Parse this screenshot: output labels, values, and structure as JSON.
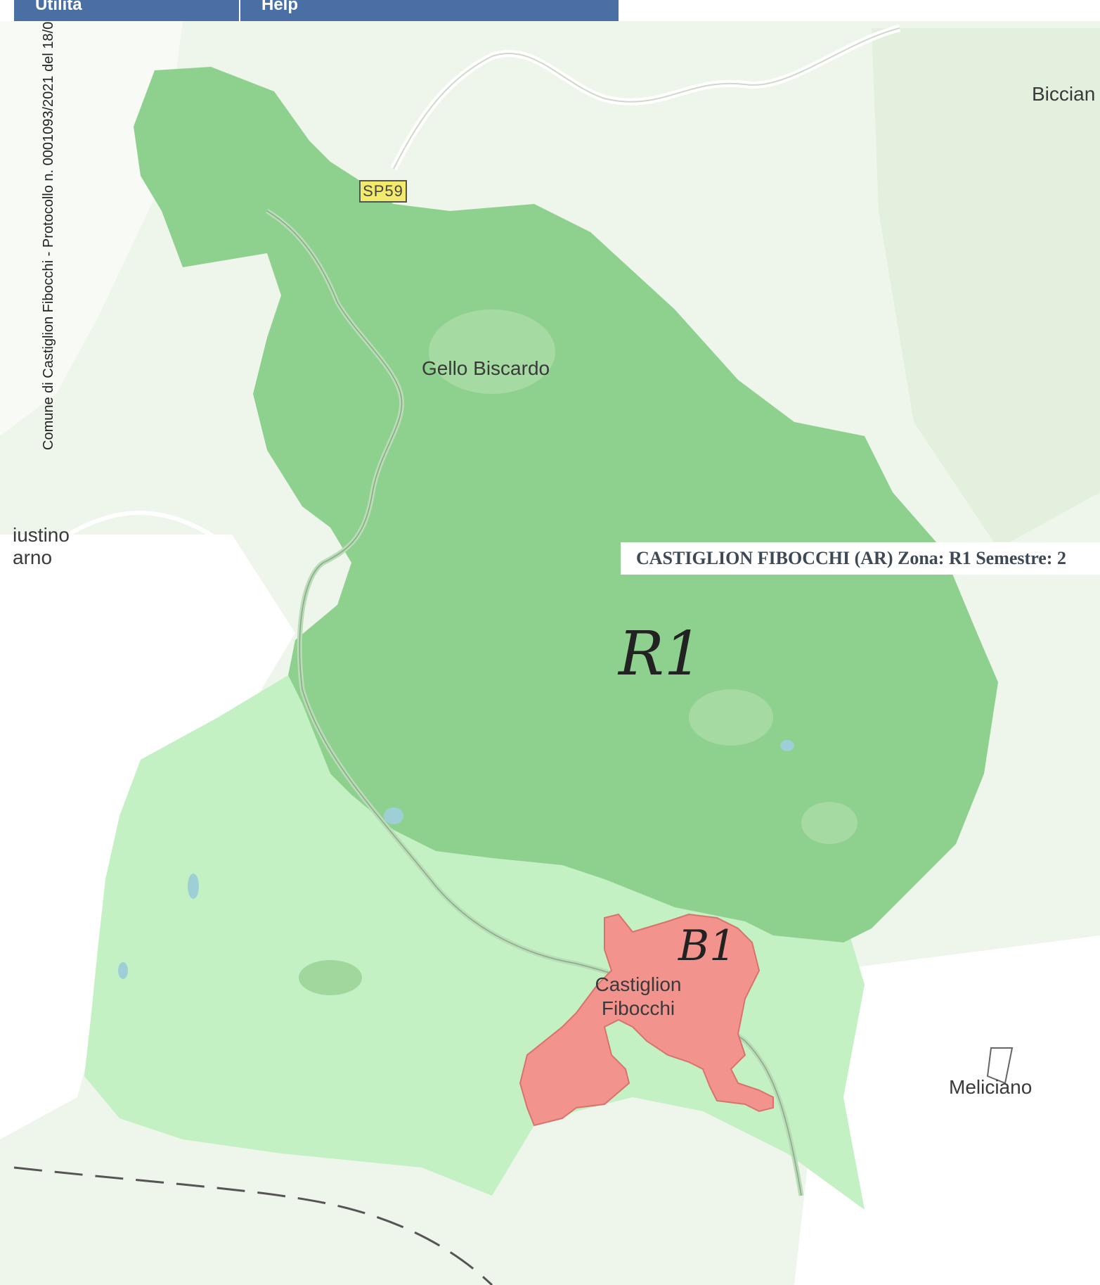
{
  "toolbar": {
    "tabs": [
      {
        "label": "Utilità"
      },
      {
        "label": "Help"
      }
    ]
  },
  "protocol_stamp": "Comune di Castiglion Fibocchi - Protocollo n. 0001093/2021 del 18/0",
  "places": {
    "gello_biscardo": "Gello Biscardo",
    "bicciano": "Biccian",
    "giustino_line1": "iustino",
    "giustino_line2": "arno",
    "castiglion_line1": "Castiglion",
    "castiglion_line2": "Fibocchi",
    "meliciano": "Meliciano"
  },
  "road_shield": "SP59",
  "zone_info": "CASTIGLION FIBOCCHI (AR) Zona: R1 Semestre: 2",
  "handwritten": {
    "r1": "R1",
    "b1": "B1"
  },
  "colors": {
    "zone_r1": "#8ed08d",
    "zone_outer": "#c4f1c4",
    "zone_b1": "#f2938e",
    "background_map": "#eef5ea",
    "toolbar": "#4a6fa5"
  },
  "icons": [
    "map-pin-icon"
  ]
}
